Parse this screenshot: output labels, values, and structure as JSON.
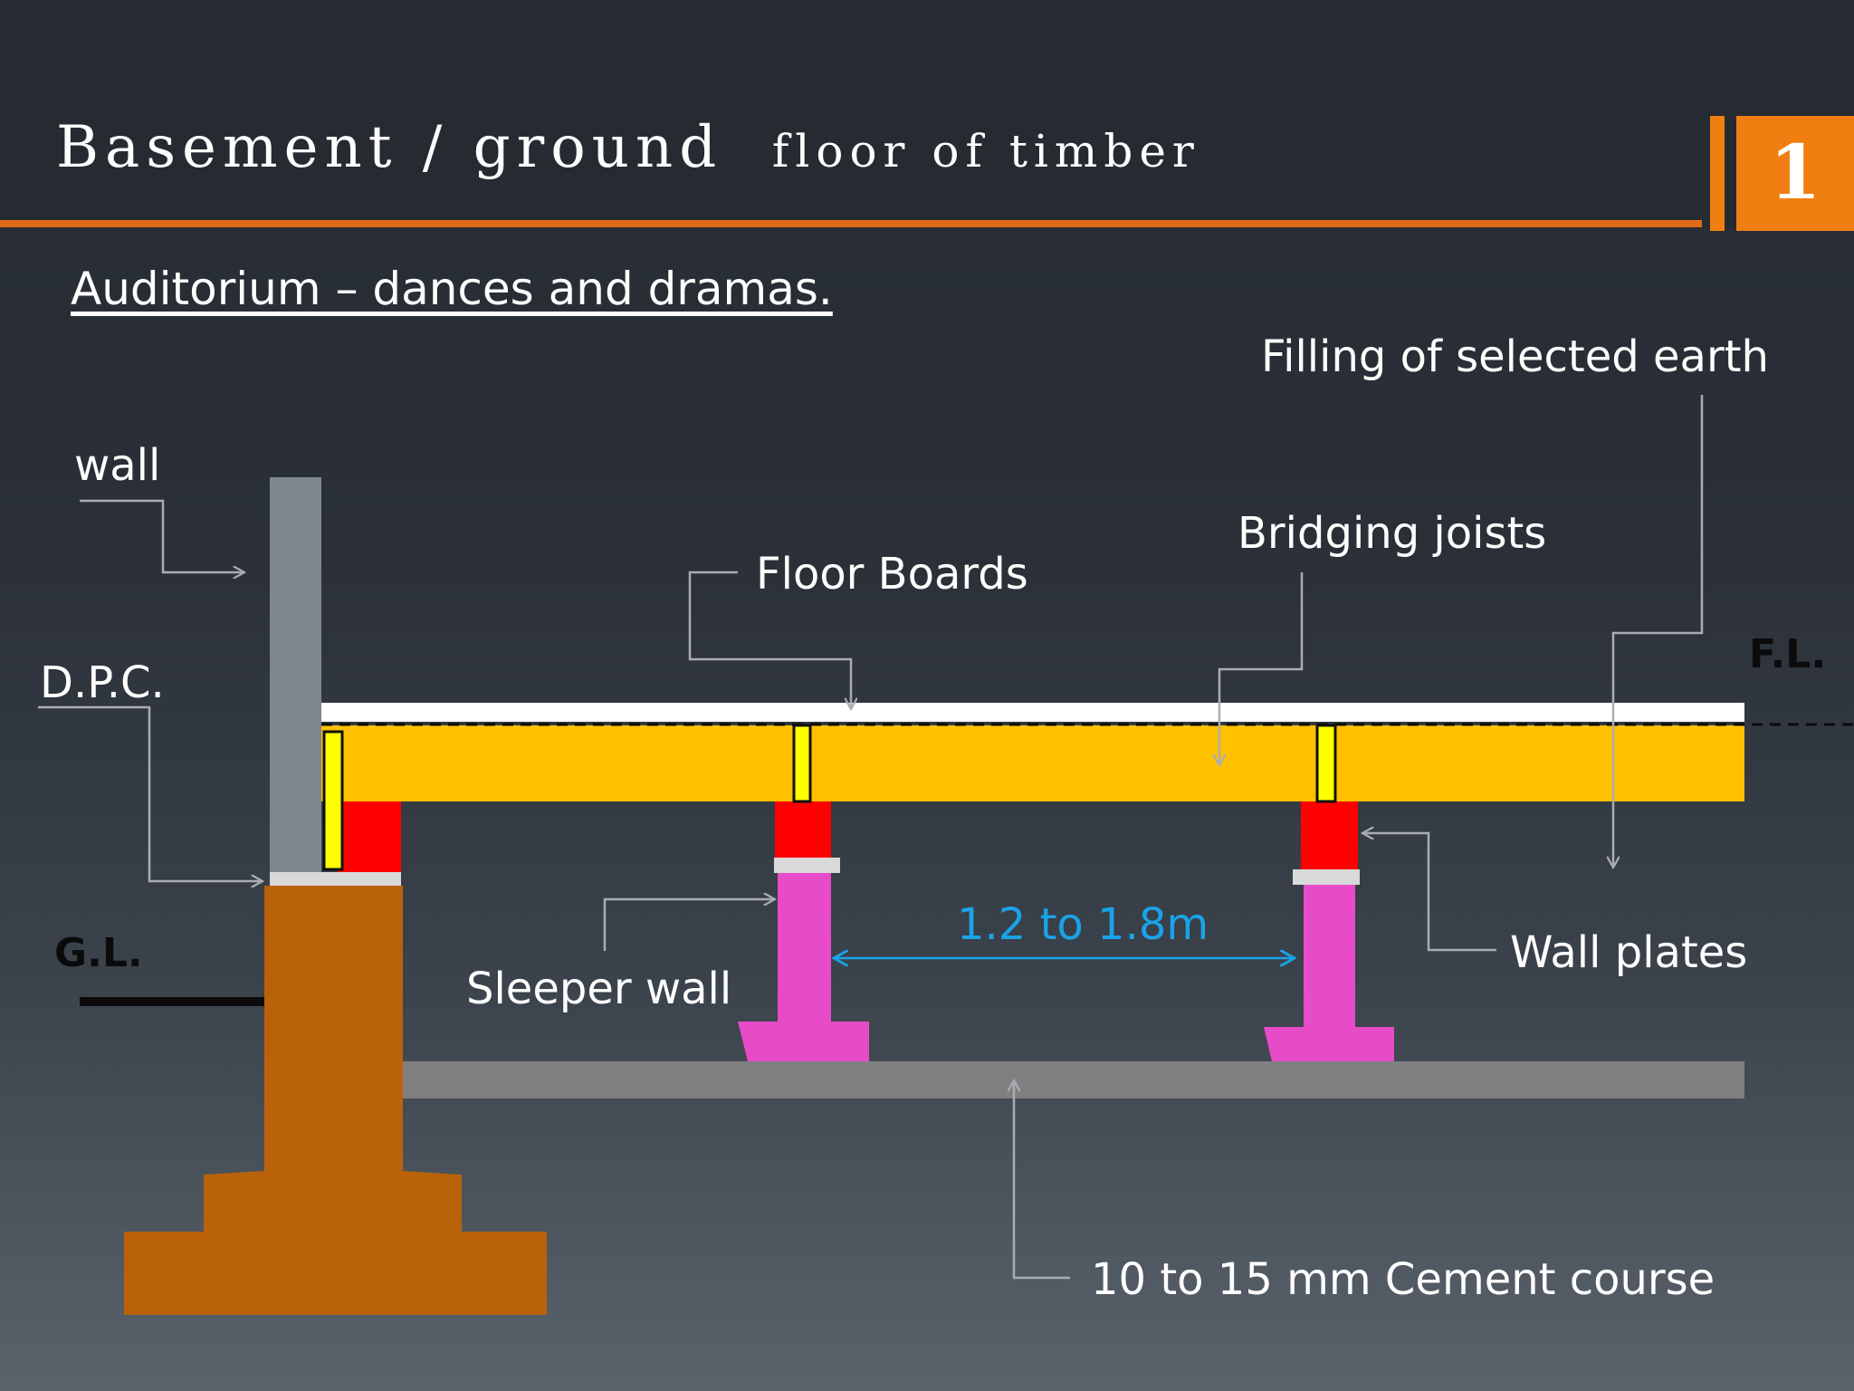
{
  "slide": {
    "title_main": "Basement / ground",
    "title_sub": "floor of timber",
    "number": "1",
    "subtitle": "Auditorium – dances and dramas."
  },
  "labels": {
    "wall": "wall",
    "dpc": "D.P.C.",
    "gl": "G.L.",
    "fl": "F.L.",
    "floor_boards": "Floor Boards",
    "bridging_joists": "Bridging joists",
    "filling": "Filling of selected earth",
    "sleeper_wall": "Sleeper wall",
    "spacing": "1.2 to 1.8m",
    "wall_plates": "Wall plates",
    "cement_course": "10 to 15 mm Cement course"
  },
  "colors": {
    "accent": "#f07e10",
    "wall": "#7e8790",
    "floor_boards": "#ffffff",
    "joist": "#ffc000",
    "bridging_block": "#ffff00",
    "wall_plate": "#ff0000",
    "sleeper_wall": "#e84bc8",
    "foundation": "#b9620a",
    "cement_course": "#808080",
    "dpc": "#d9d9d9",
    "dimension": "#1aa3e8"
  }
}
